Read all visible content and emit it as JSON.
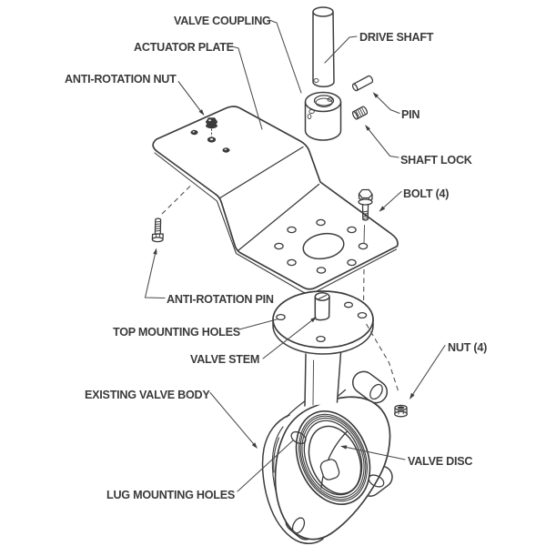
{
  "diagram": {
    "type": "exploded-parts-diagram",
    "subject": "Butterfly valve with actuator mounting hardware",
    "background": "#ffffff",
    "line_color": "#3d3d3d",
    "text_color": "#3a3a3a",
    "labels": {
      "valve_coupling": "VALVE COUPLING",
      "actuator_plate": "ACTUATOR PLATE",
      "anti_rotation_nut": "ANTI-ROTATION NUT",
      "drive_shaft": "DRIVE SHAFT",
      "pin": "PIN",
      "shaft_lock": "SHAFT LOCK",
      "bolt": "BOLT (4)",
      "anti_rotation_pin": "ANTI-ROTATION PIN",
      "top_mounting_holes": "TOP MOUNTING HOLES",
      "valve_stem": "VALVE STEM",
      "nut": "NUT (4)",
      "existing_valve_body": "EXISTING VALVE BODY",
      "valve_disc": "VALVE DISC",
      "lug_mounting_holes": "LUG MOUNTING HOLES"
    }
  }
}
